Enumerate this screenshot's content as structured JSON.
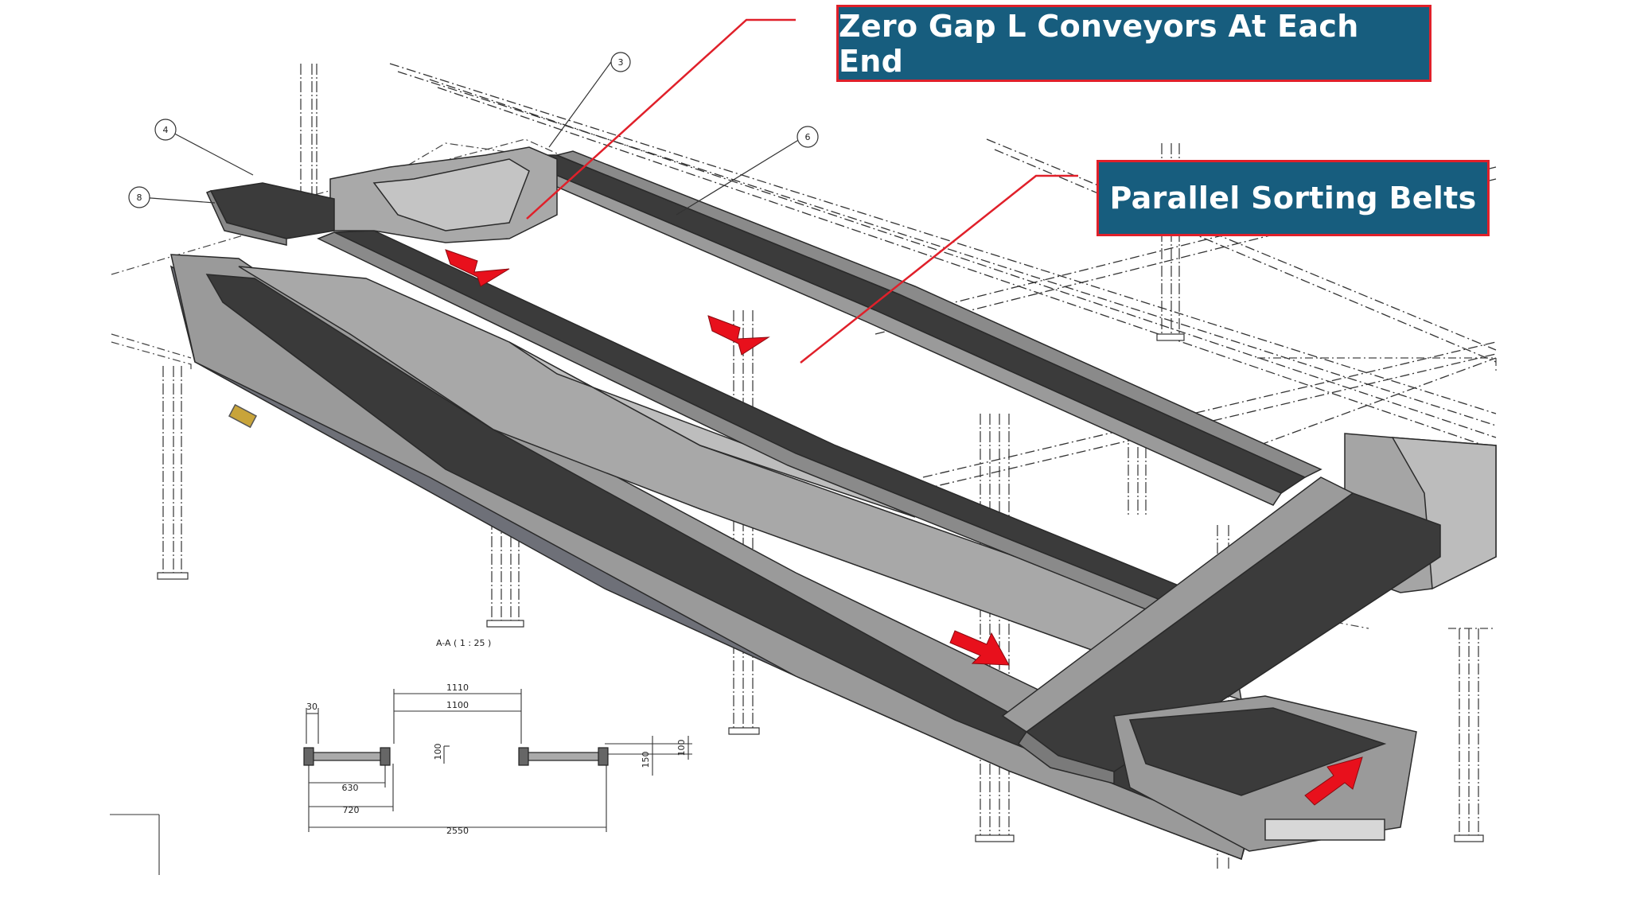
{
  "callouts": {
    "zero_gap": "Zero Gap L Conveyors At Each End",
    "parallel_belts": "Parallel Sorting Belts"
  },
  "colors": {
    "callout_fill": "#175d7e",
    "callout_border": "#e0202a",
    "leader_line": "#e0202a",
    "flow_arrow": "#e8101c",
    "belt": "#3a3a3a",
    "steel": "#8c8c8c",
    "steel_light": "#b5b5b5",
    "steel_dark": "#6b6b6b"
  },
  "drawing": {
    "section_label": "A-A ( 1 : 25 )",
    "part_refs": [
      "3",
      "4",
      "6",
      "8"
    ],
    "dimensions": {
      "top_outer": "1110",
      "top_inner": "1100",
      "rail_width": "30",
      "inner_span": "630",
      "outer_span": "720",
      "overall": "2550",
      "height_a": "100",
      "height_b": "150",
      "height_c": "100"
    }
  }
}
